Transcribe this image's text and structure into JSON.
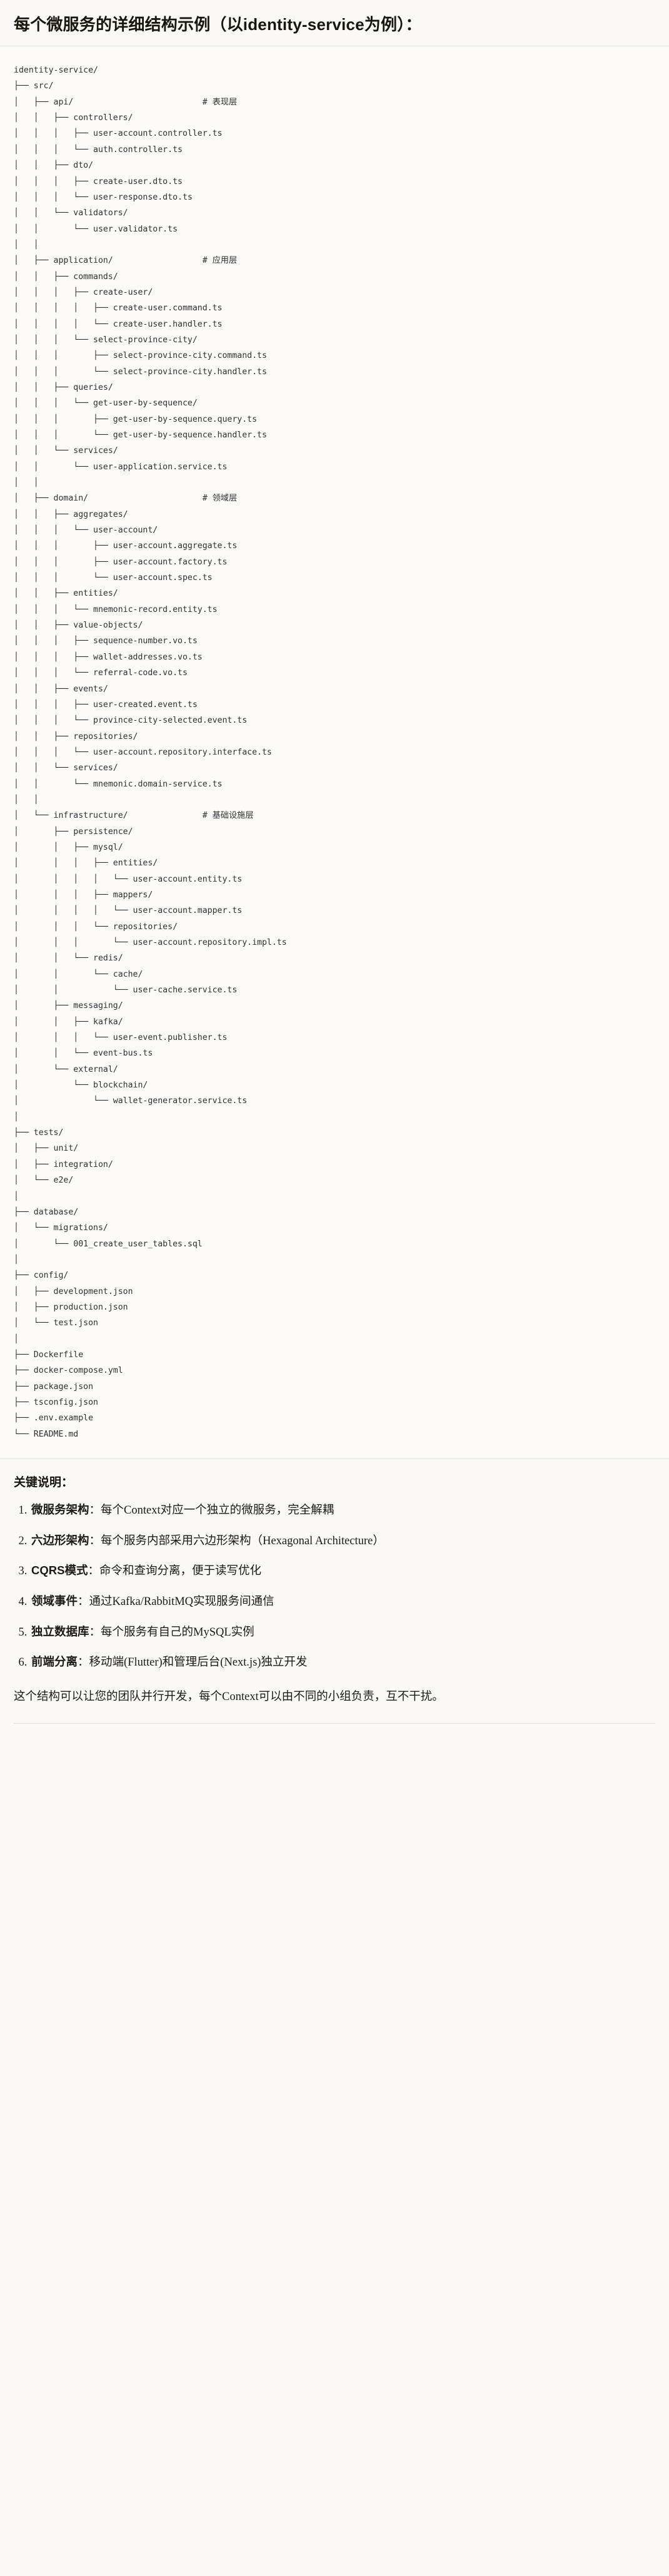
{
  "header": {
    "title_cn_1": "每个微服务的详细结构示例（以",
    "title_latin": "identity-service",
    "title_cn_2": "为例）：",
    "title_full": "每个微服务的详细结构示例（以identity-service为例）："
  },
  "tree": {
    "root": "identity-service/",
    "comments": {
      "api": "# 表现层",
      "application": "# 应用层",
      "domain": "# 领域层",
      "infrastructure": "# 基础设施层"
    },
    "text": "identity-service/\n├── src/\n│   ├── api/                          # 表现层\n│   │   ├── controllers/\n│   │   │   ├── user-account.controller.ts\n│   │   │   └── auth.controller.ts\n│   │   ├── dto/\n│   │   │   ├── create-user.dto.ts\n│   │   │   └── user-response.dto.ts\n│   │   └── validators/\n│   │       └── user.validator.ts\n│   │\n│   ├── application/                  # 应用层\n│   │   ├── commands/\n│   │   │   ├── create-user/\n│   │   │   │   ├── create-user.command.ts\n│   │   │   │   └── create-user.handler.ts\n│   │   │   └── select-province-city/\n│   │   │       ├── select-province-city.command.ts\n│   │   │       └── select-province-city.handler.ts\n│   │   ├── queries/\n│   │   │   └── get-user-by-sequence/\n│   │   │       ├── get-user-by-sequence.query.ts\n│   │   │       └── get-user-by-sequence.handler.ts\n│   │   └── services/\n│   │       └── user-application.service.ts\n│   │\n│   ├── domain/                       # 领域层\n│   │   ├── aggregates/\n│   │   │   └── user-account/\n│   │   │       ├── user-account.aggregate.ts\n│   │   │       ├── user-account.factory.ts\n│   │   │       └── user-account.spec.ts\n│   │   ├── entities/\n│   │   │   └── mnemonic-record.entity.ts\n│   │   ├── value-objects/\n│   │   │   ├── sequence-number.vo.ts\n│   │   │   ├── wallet-addresses.vo.ts\n│   │   │   └── referral-code.vo.ts\n│   │   ├── events/\n│   │   │   ├── user-created.event.ts\n│   │   │   └── province-city-selected.event.ts\n│   │   ├── repositories/\n│   │   │   └── user-account.repository.interface.ts\n│   │   └── services/\n│   │       └── mnemonic.domain-service.ts\n│   │\n│   └── infrastructure/               # 基础设施层\n│       ├── persistence/\n│       │   ├── mysql/\n│       │   │   ├── entities/\n│       │   │   │   └── user-account.entity.ts\n│       │   │   ├── mappers/\n│       │   │   │   └── user-account.mapper.ts\n│       │   │   └── repositories/\n│       │   │       └── user-account.repository.impl.ts\n│       │   └── redis/\n│       │       └── cache/\n│       │           └── user-cache.service.ts\n│       ├── messaging/\n│       │   ├── kafka/\n│       │   │   └── user-event.publisher.ts\n│       │   └── event-bus.ts\n│       └── external/\n│           └── blockchain/\n│               └── wallet-generator.service.ts\n│\n├── tests/\n│   ├── unit/\n│   ├── integration/\n│   └── e2e/\n│\n├── database/\n│   └── migrations/\n│       └── 001_create_user_tables.sql\n│\n├── config/\n│   ├── development.json\n│   ├── production.json\n│   └── test.json\n│\n├── Dockerfile\n├── docker-compose.yml\n├── package.json\n├── tsconfig.json\n├── .env.example\n└── README.md"
  },
  "notes": {
    "title": "关键说明：",
    "items": [
      {
        "term": "微服务架构",
        "sep": "：",
        "desc": "每个Context对应一个独立的微服务，完全解耦"
      },
      {
        "term": "六边形架构",
        "sep": "：",
        "desc": "每个服务内部采用六边形架构（Hexagonal Architecture）"
      },
      {
        "term": "CQRS模式",
        "sep": "：",
        "desc": "命令和查询分离，便于读写优化"
      },
      {
        "term": "领域事件",
        "sep": "：",
        "desc": "通过Kafka/RabbitMQ实现服务间通信"
      },
      {
        "term": "独立数据库",
        "sep": "：",
        "desc": "每个服务有自己的MySQL实例"
      },
      {
        "term": "前端分离",
        "sep": "：",
        "desc": "移动端(Flutter)和管理后台(Next.js)独立开发"
      }
    ],
    "closing": "这个结构可以让您的团队并行开发，每个Context可以由不同的小组负责，互不干扰。"
  }
}
